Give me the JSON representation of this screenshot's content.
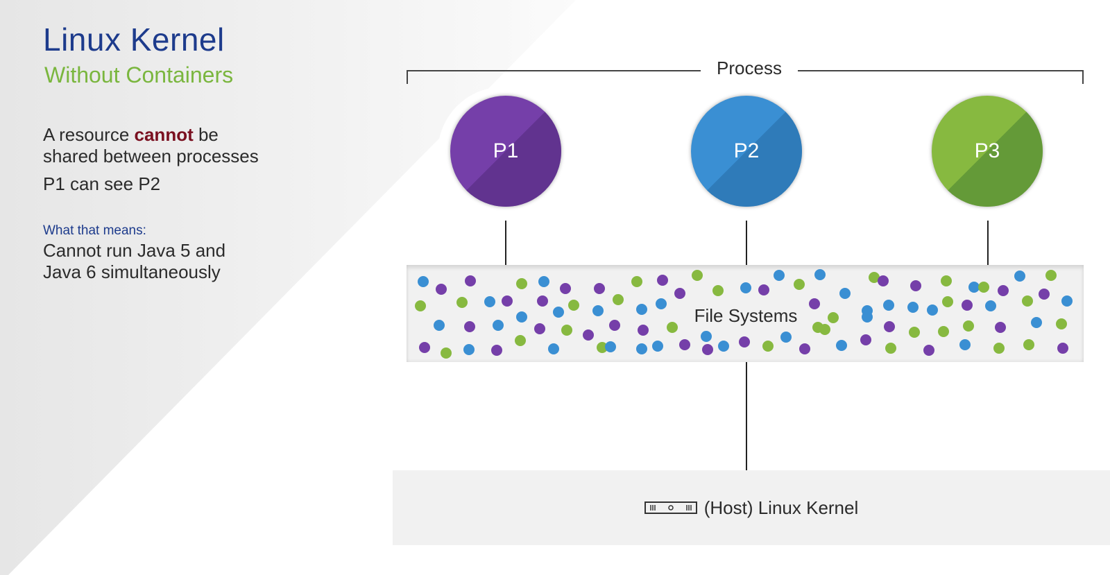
{
  "header": {
    "title": "Linux Kernel",
    "subtitle": "Without Containers"
  },
  "description": {
    "line1_prefix": "A resource ",
    "line1_emphasis": "cannot",
    "line1_suffix": " be",
    "line2": "shared between processes",
    "line3": "P1 can see P2",
    "means_label": "What that means:",
    "means_line1": "Cannot run Java 5 and",
    "means_line2": "Java 6 simultaneously"
  },
  "diagram": {
    "process_label": "Process",
    "processes": [
      {
        "label": "P1",
        "color": "#753fa9",
        "shade": "#61338f"
      },
      {
        "label": "P2",
        "color": "#3a8fd3",
        "shade": "#2f7bb9"
      },
      {
        "label": "P3",
        "color": "#87b940",
        "shade": "#649a38"
      }
    ],
    "file_systems_label": "File Systems",
    "kernel_label": "(Host) Linux Kernel",
    "kernel_icon": "server-icon",
    "dot_colors": {
      "purple": "#753fa9",
      "blue": "#3a8fd3",
      "green": "#87b940"
    }
  },
  "colors": {
    "title": "#1d3b8c",
    "subtitle": "#7ab63e",
    "emphasis": "#7a1020",
    "panel_bg": "#f1f1f1"
  }
}
